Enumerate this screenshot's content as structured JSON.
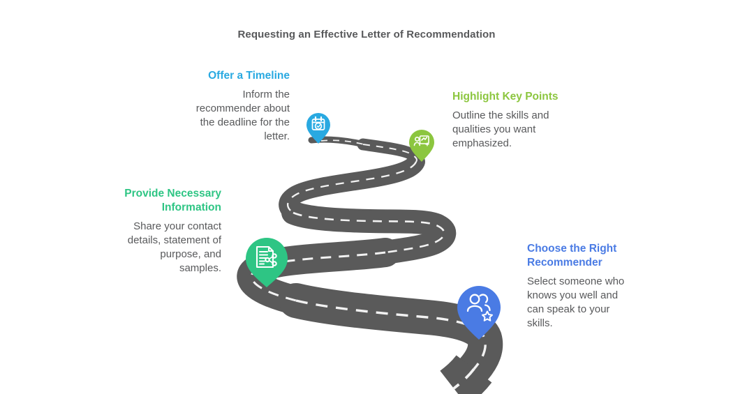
{
  "title": "Requesting an Effective Letter of Recommendation",
  "steps": [
    {
      "heading": "Offer a Timeline",
      "description": "Inform the\nrecommender about\nthe deadline for the\nletter.",
      "accent": "#29A9E1",
      "icon": "calendar-check-icon",
      "align": "right"
    },
    {
      "heading": "Highlight Key Points",
      "description": "Outline the skills and\nqualities you want\nemphasized.",
      "accent": "#8CC63F",
      "icon": "presentation-person-icon",
      "align": "left"
    },
    {
      "heading": "Provide Necessary\nInformation",
      "description": "Share your contact\ndetails, statement of\npurpose, and\nsamples.",
      "accent": "#2EC584",
      "icon": "document-share-icon",
      "align": "right"
    },
    {
      "heading": "Choose the Right\nRecommender",
      "description": "Select someone who\nknows you well and\ncan speak to your\nskills.",
      "accent": "#4A7BE4",
      "icon": "people-star-icon",
      "align": "left"
    }
  ],
  "colors": {
    "road": "#5A5A5A",
    "road_dash": "#FFFFFF",
    "text": "#58595B",
    "background": "#FFFFFF"
  }
}
